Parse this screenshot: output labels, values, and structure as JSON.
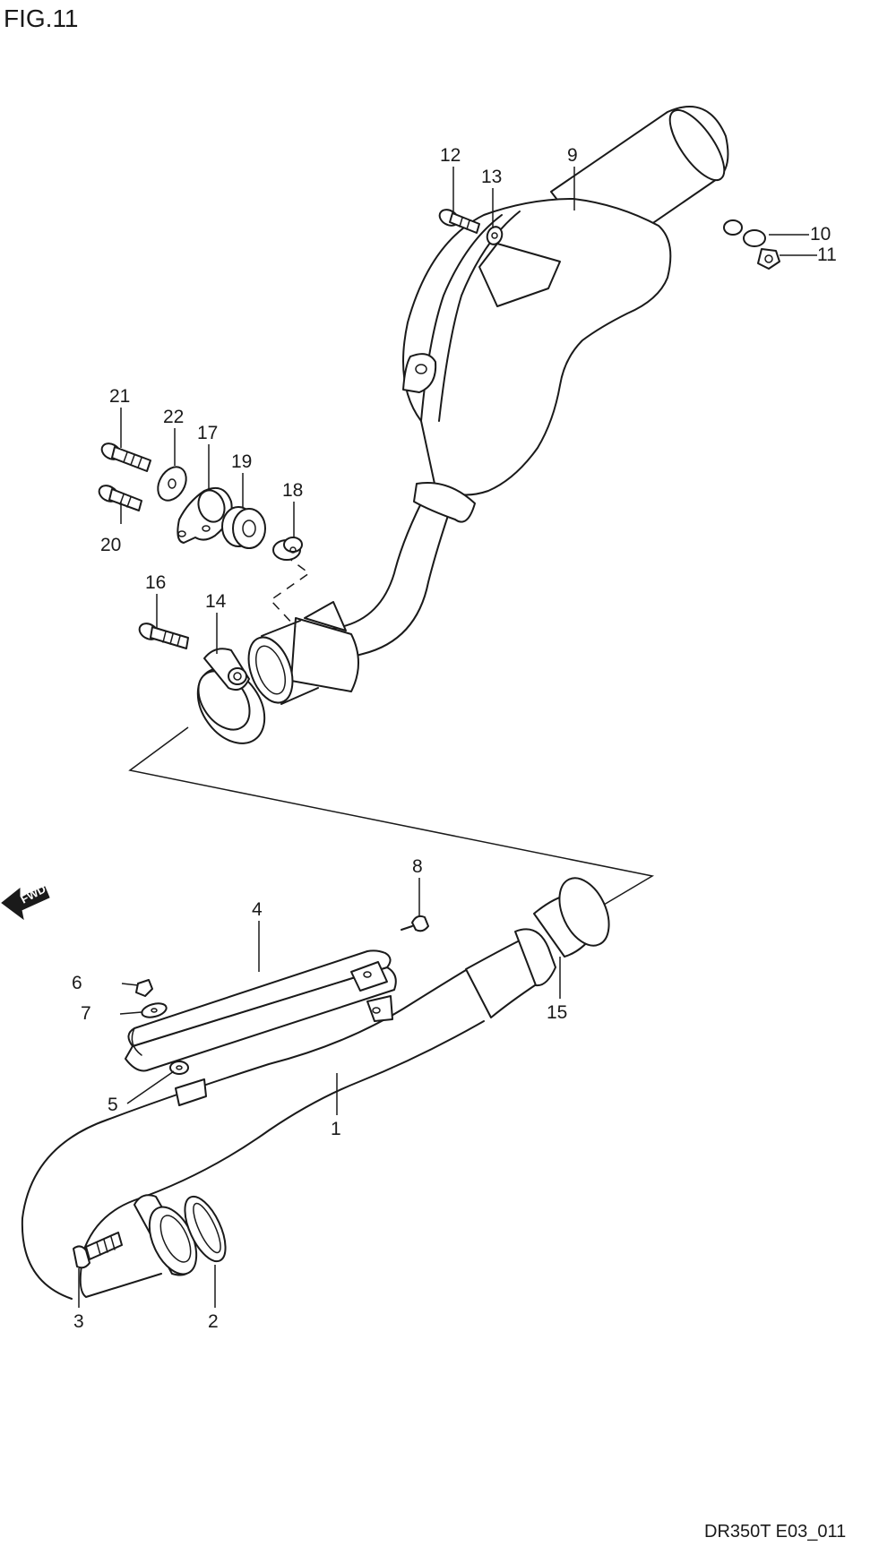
{
  "figure_title": "FIG.11",
  "drawing_code": "DR350T E03_011",
  "direction_marker": "FWD",
  "callouts": {
    "p1": "1",
    "p2": "2",
    "p3": "3",
    "p4": "4",
    "p5": "5",
    "p6": "6",
    "p7": "7",
    "p8": "8",
    "p9": "9",
    "p10": "10",
    "p11": "11",
    "p12": "12",
    "p13": "13",
    "p14": "14",
    "p15": "15",
    "p16": "16",
    "p17": "17",
    "p18": "18",
    "p19": "19",
    "p20": "20",
    "p21": "21",
    "p22": "22"
  }
}
